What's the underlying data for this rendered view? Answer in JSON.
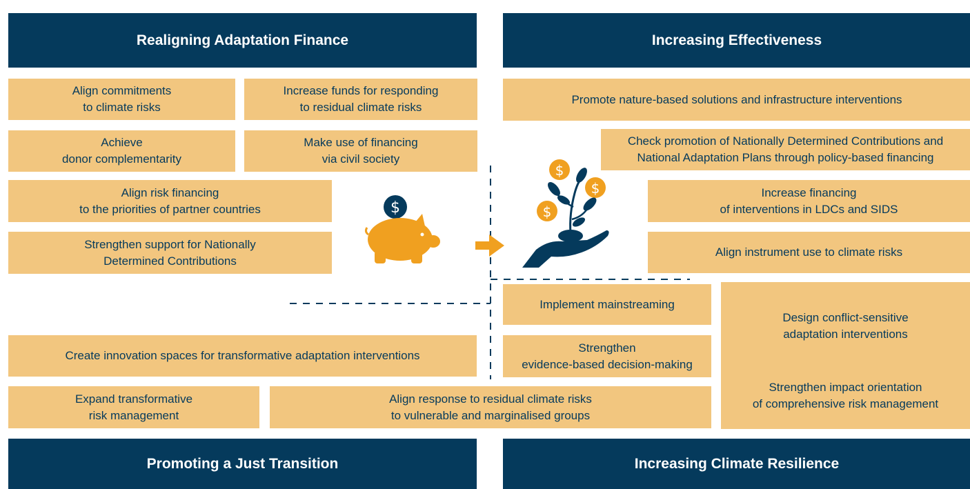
{
  "headers": {
    "top_left": "Realigning Adaptation Finance",
    "top_right": "Increasing Effectiveness",
    "bottom_left": "Promoting a Just Transition",
    "bottom_right": "Increasing Climate Resilience"
  },
  "boxes": {
    "align_commitments": "Align commitments\nto climate risks",
    "increase_funds": "Increase funds for responding\nto residual climate risks",
    "donor_complementarity": "Achieve\ndonor complementarity",
    "civil_society": "Make use of financing\nvia civil society",
    "risk_financing": "Align risk financing\nto the priorities of partner countries",
    "support_ndc": "Strengthen support for Nationally\nDetermined Contributions",
    "nature_based": "Promote nature-based solutions and infrastructure interventions",
    "check_promotion": "Check promotion of Nationally Determined Contributions and\nNational Adaptation Plans through policy-based financing",
    "ldcs_sids": "Increase financing\nof interventions in LDCs and SIDS",
    "instrument_use": "Align instrument use to climate risks",
    "mainstreaming": "Implement mainstreaming",
    "conflict_sensitive": "Design conflict-sensitive\nadaptation interventions",
    "evidence_based": "Strengthen\nevidence-based decision-making",
    "impact_orientation": "Strengthen impact orientation\nof comprehensive risk management",
    "innovation_spaces": "Create innovation spaces for transformative adaptation interventions",
    "transformative_risk": "Expand transformative\nrisk management",
    "residual_risks": "Align response to residual climate risks\nto vulnerable and marginalised groups"
  },
  "icons": {
    "coin_symbol": "$",
    "piggy_bank": "piggy-bank-icon",
    "plant_hand": "plant-in-hand-icon",
    "arrow": "arrow-right-icon"
  },
  "colors": {
    "navy": "#053a5c",
    "box": "#f2c67f",
    "orange": "#f0a020"
  }
}
